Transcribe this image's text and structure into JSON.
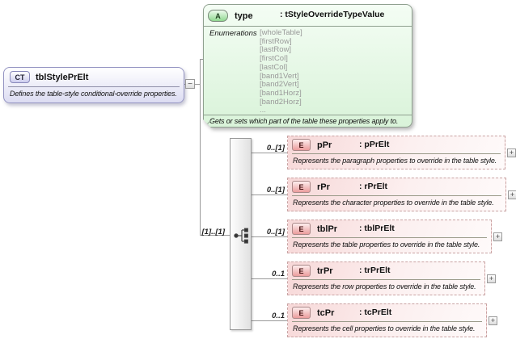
{
  "colors": {
    "root_fill": "#dcdcf2",
    "root_border": "#9494c2",
    "attribute_fill": "#d9f3d9",
    "attribute_border": "#8fa08f",
    "element_fill": "#f7d8d8",
    "element_border": "#c9a3a3",
    "connector": "#9a9a9a",
    "enum_text": "#999999"
  },
  "root": {
    "badge": "CT",
    "title": "tblStylePrElt",
    "description": "Defines the table-style conditional-override properties.",
    "collapse_glyph": "−"
  },
  "attribute": {
    "badge": "A",
    "name": "type",
    "type_ref": ": tStyleOverrideTypeValue",
    "enumerations_label": "Enumerations",
    "enumerations": [
      "[wholeTable]",
      "[firstRow]",
      "[lastRow]",
      "[firstCol]",
      "[lastCol]",
      "[band1Vert]",
      "[band2Vert]",
      "[band1Horz]",
      "[band2Horz]",
      "..."
    ],
    "footer": "Gets or sets which part of the table these properties apply to."
  },
  "sequence": {
    "cardinality": "[1]..[1]"
  },
  "children": [
    {
      "badge": "E",
      "name": "pPr",
      "type_ref": ": pPrElt",
      "cardinality": "0..[1]",
      "description": "Represents the paragraph properties to override in the table style.",
      "expand_glyph": "+"
    },
    {
      "badge": "E",
      "name": "rPr",
      "type_ref": ": rPrElt",
      "cardinality": "0..[1]",
      "description": "Represents the character properties to override in the table style.",
      "expand_glyph": "+"
    },
    {
      "badge": "E",
      "name": "tblPr",
      "type_ref": ": tblPrElt",
      "cardinality": "0..[1]",
      "description": "Represents the table properties to override in the table style.",
      "expand_glyph": "+"
    },
    {
      "badge": "E",
      "name": "trPr",
      "type_ref": ": trPrElt",
      "cardinality": "0..1",
      "description": "Represents the row properties to override in the table style.",
      "expand_glyph": "+"
    },
    {
      "badge": "E",
      "name": "tcPr",
      "type_ref": ": tcPrElt",
      "cardinality": "0..1",
      "description": "Represents the cell properties to override in the table style.",
      "expand_glyph": "+"
    }
  ]
}
